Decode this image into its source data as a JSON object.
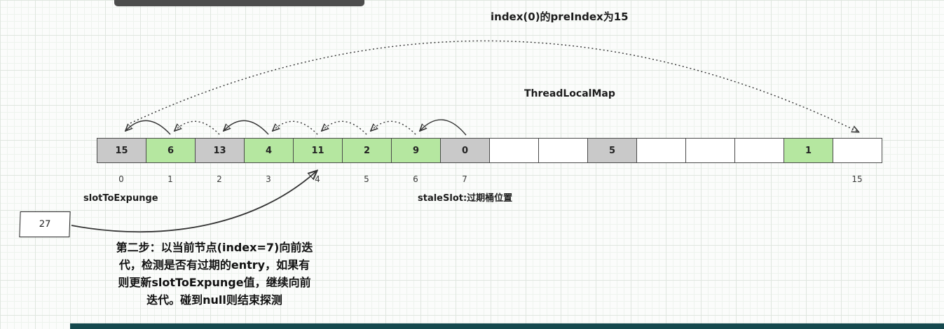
{
  "caption": "index(0)的preIndex为15",
  "map_label": "ThreadLocalMap",
  "array": {
    "cells": [
      {
        "value": "15",
        "state": "stale",
        "index_label": "0"
      },
      {
        "value": "6",
        "state": "fresh",
        "index_label": "1"
      },
      {
        "value": "13",
        "state": "stale",
        "index_label": "2"
      },
      {
        "value": "4",
        "state": "fresh",
        "index_label": "3"
      },
      {
        "value": "11",
        "state": "fresh",
        "index_label": "4"
      },
      {
        "value": "2",
        "state": "fresh",
        "index_label": "5"
      },
      {
        "value": "9",
        "state": "fresh",
        "index_label": "6"
      },
      {
        "value": "0",
        "state": "stale",
        "index_label": "7"
      },
      {
        "value": "",
        "state": "empty",
        "index_label": ""
      },
      {
        "value": "",
        "state": "empty",
        "index_label": ""
      },
      {
        "value": "5",
        "state": "stale",
        "index_label": ""
      },
      {
        "value": "",
        "state": "empty",
        "index_label": ""
      },
      {
        "value": "",
        "state": "empty",
        "index_label": ""
      },
      {
        "value": "",
        "state": "empty",
        "index_label": ""
      },
      {
        "value": "1",
        "state": "fresh",
        "index_label": ""
      },
      {
        "value": "",
        "state": "empty",
        "index_label": "15"
      }
    ]
  },
  "labels": {
    "slot_to_expunge": "slotToExpunge",
    "stale_slot": "staleSlot:过期桶位置",
    "value_box": "27"
  },
  "note_lines": [
    "第二步：以当前节点(index=7)向前迭",
    "代，检测是否有过期的entry，如果有",
    "则更新slotToExpunge值，继续向前",
    "迭代。碰到null则结束探测"
  ],
  "colors": {
    "stale": "#c9c9c9",
    "fresh": "#b5e7a0",
    "empty": "#ffffff",
    "topbar": "#4d4d4d",
    "bottombar": "#15494e",
    "line": "#333333"
  }
}
